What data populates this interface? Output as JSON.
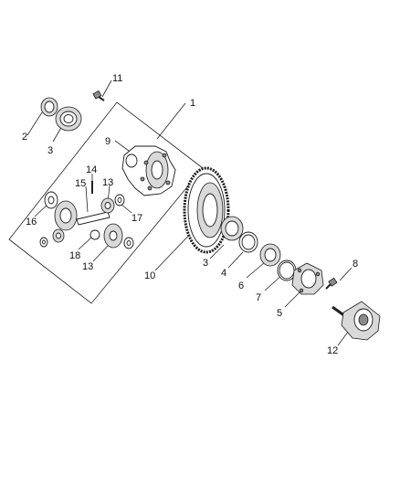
{
  "callouts": [
    {
      "id": "c1",
      "text": "1"
    },
    {
      "id": "c2",
      "text": "2"
    },
    {
      "id": "c3a",
      "text": "3"
    },
    {
      "id": "c9",
      "text": "9"
    },
    {
      "id": "c11",
      "text": "11"
    },
    {
      "id": "c14",
      "text": "14"
    },
    {
      "id": "c15",
      "text": "15"
    },
    {
      "id": "c13a",
      "text": "13"
    },
    {
      "id": "c16",
      "text": "16"
    },
    {
      "id": "c17",
      "text": "17"
    },
    {
      "id": "c18",
      "text": "18"
    },
    {
      "id": "c13b",
      "text": "13"
    },
    {
      "id": "c10",
      "text": "10"
    },
    {
      "id": "c3b",
      "text": "3"
    },
    {
      "id": "c4",
      "text": "4"
    },
    {
      "id": "c6",
      "text": "6"
    },
    {
      "id": "c7",
      "text": "7"
    },
    {
      "id": "c5",
      "text": "5"
    },
    {
      "id": "c8",
      "text": "8"
    },
    {
      "id": "c12",
      "text": "12"
    }
  ]
}
